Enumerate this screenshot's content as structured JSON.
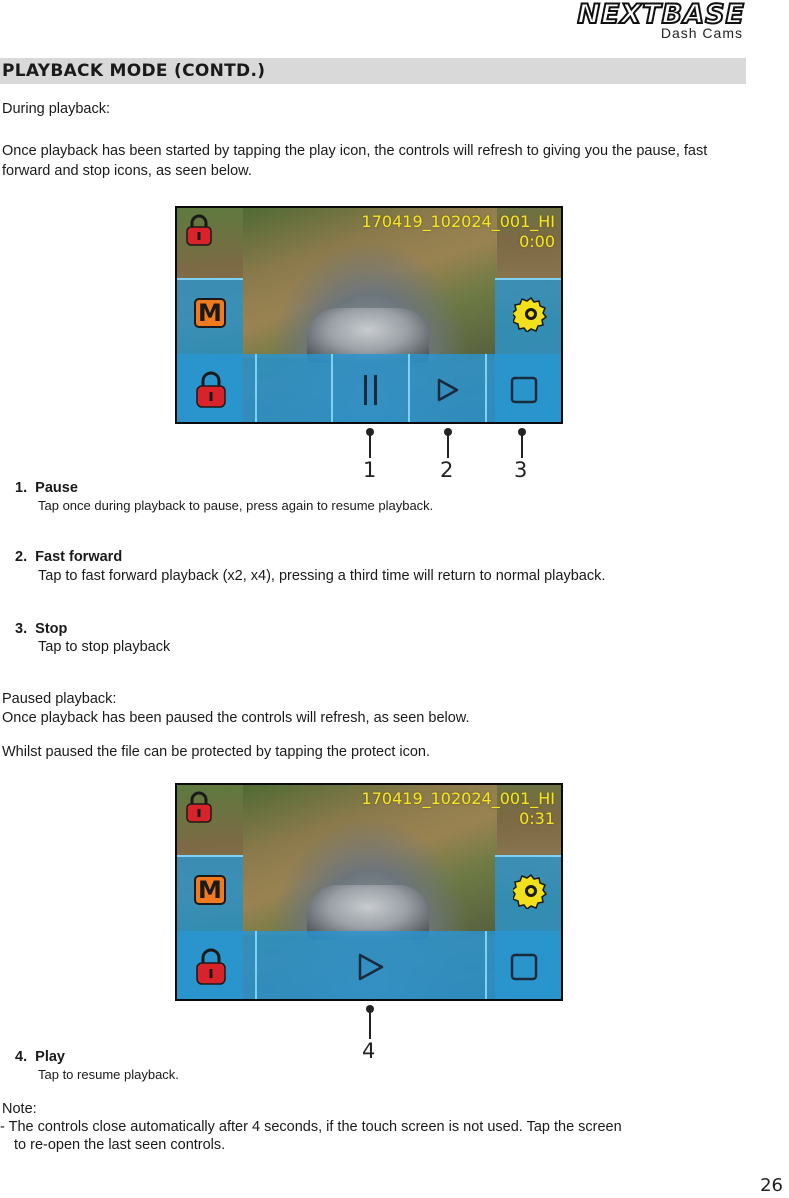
{
  "logo": {
    "brand": "NEXTBASE",
    "tagline": "Dash Cams"
  },
  "header": {
    "title": "PLAYBACK MODE (CONTD.)"
  },
  "intro": {
    "heading": "During playback:",
    "body": "Once playback has been started by tapping the play icon, the controls will refresh to giving you the pause, fast forward and stop icons, as seen below."
  },
  "screen1": {
    "filename": "170419_102024_001_HI",
    "time": "0:00"
  },
  "callouts1": [
    "1",
    "2",
    "3"
  ],
  "items": [
    {
      "num": "1.",
      "title": "Pause",
      "desc": "Tap once during playback to pause, press again to resume playback."
    },
    {
      "num": "2.",
      "title": "Fast forward",
      "desc": "Tap to fast forward playback (x2, x4), pressing a third time will return to normal playback."
    },
    {
      "num": "3.",
      "title": "Stop",
      "desc": "Tap to stop playback"
    }
  ],
  "paused": {
    "heading": "Paused playback:",
    "line1": "Once playback has been paused the controls will refresh, as seen below.",
    "line2": "Whilst paused the file can be protected by tapping the protect icon."
  },
  "screen2": {
    "filename": "170419_102024_001_HI",
    "time": "0:31"
  },
  "callouts2": [
    "4"
  ],
  "item4": {
    "num": "4.",
    "title": "Play",
    "desc": "Tap to resume playback."
  },
  "note": {
    "heading": "Note:",
    "line1": "- The controls close automatically after 4 seconds, if the touch screen is not used. Tap the screen",
    "line2": "to re-open the last seen controls."
  },
  "page_number": "26",
  "colors": {
    "header_bar": "#d9d9d9",
    "filename": "#f5e62a",
    "panel": "#2896d2",
    "lock": "#d8232a",
    "gear": "#f2e01c",
    "m_badge": "#f07a20"
  },
  "icons": [
    "lock-icon",
    "m-badge-icon",
    "gear-icon",
    "pause-icon",
    "play-icon",
    "stop-icon",
    "protect-lock-icon"
  ]
}
